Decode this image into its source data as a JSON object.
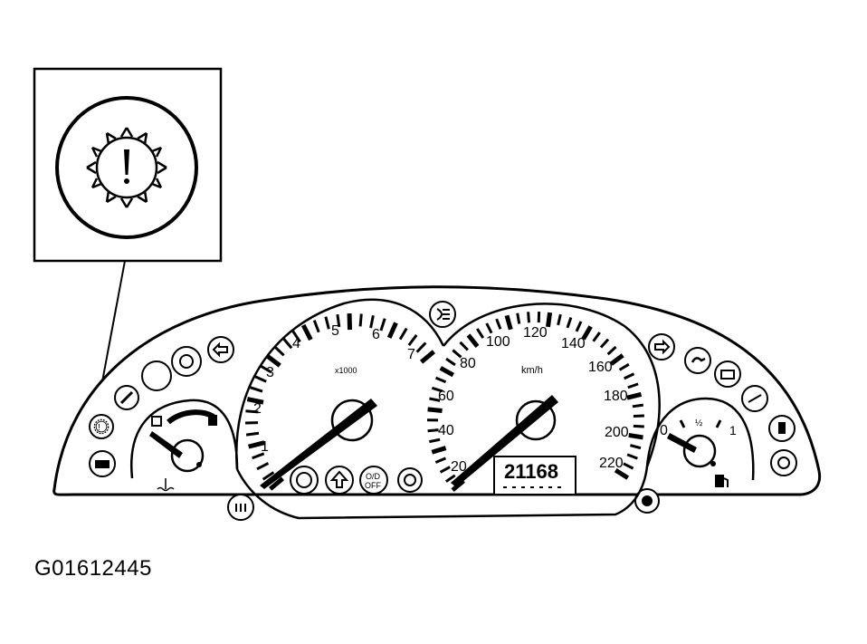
{
  "caption": "G01612445",
  "callout": {
    "icon": "powertrain-fault-warning-icon"
  },
  "tachometer": {
    "multiplier_label": "x1000",
    "scale": [
      "1",
      "2",
      "3",
      "4",
      "5",
      "6",
      "7"
    ]
  },
  "speedometer": {
    "unit_label": "km/h",
    "scale": [
      "20",
      "40",
      "60",
      "80",
      "100",
      "120",
      "140",
      "160",
      "180",
      "200",
      "220"
    ]
  },
  "odometer": {
    "value": "21168"
  },
  "fuel_gauge": {
    "labels": [
      "0",
      "½",
      "1"
    ],
    "icon": "fuel-pump-icon"
  },
  "temperature_gauge": {
    "icon": "coolant-temperature-icon"
  },
  "od_off_indicator": {
    "label_top": "O/D",
    "label_bottom": "OFF"
  },
  "warning_lamps": [
    "powertrain-fault-icon",
    "engine-check-icon",
    "wrench-service-icon",
    "blank-lamp-icon",
    "airbag-icon",
    "turn-left-icon",
    "main-beam-icon",
    "turn-right-icon",
    "oil-pressure-icon",
    "battery-charge-icon",
    "door-ajar-icon",
    "low-fuel-icon",
    "brake-system-icon",
    "glow-plug-icon",
    "abs-icon",
    "cruise-control-icon",
    "shift-up-icon",
    "overdrive-off-icon",
    "circle-lamp-icon"
  ]
}
